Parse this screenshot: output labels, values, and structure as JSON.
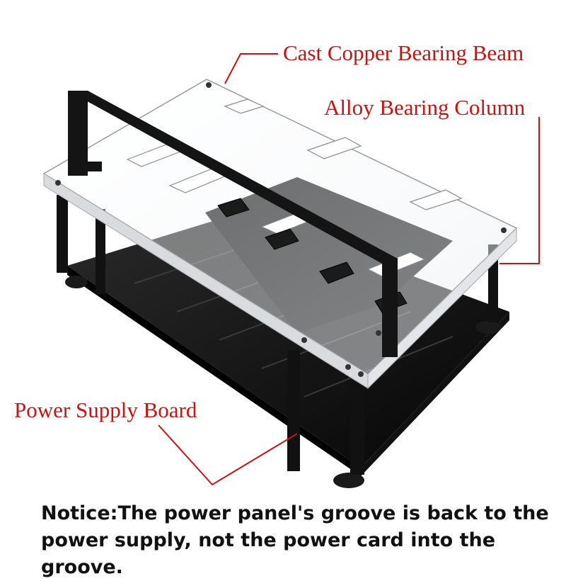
{
  "colors": {
    "label": "#cc1111",
    "leader": "#cc1111",
    "notice": "#111111",
    "frame": "#111111",
    "acrylic_edge": "#b9b9b9"
  },
  "labels": {
    "beam": "Cast Copper Bearing Beam",
    "column": "Alloy Bearing Column",
    "power_board": "Power Supply Board"
  },
  "notice": {
    "lead": "Notice",
    "separator": ":",
    "text": "The power panel's groove is back to the power supply, not the power card into the groove."
  }
}
